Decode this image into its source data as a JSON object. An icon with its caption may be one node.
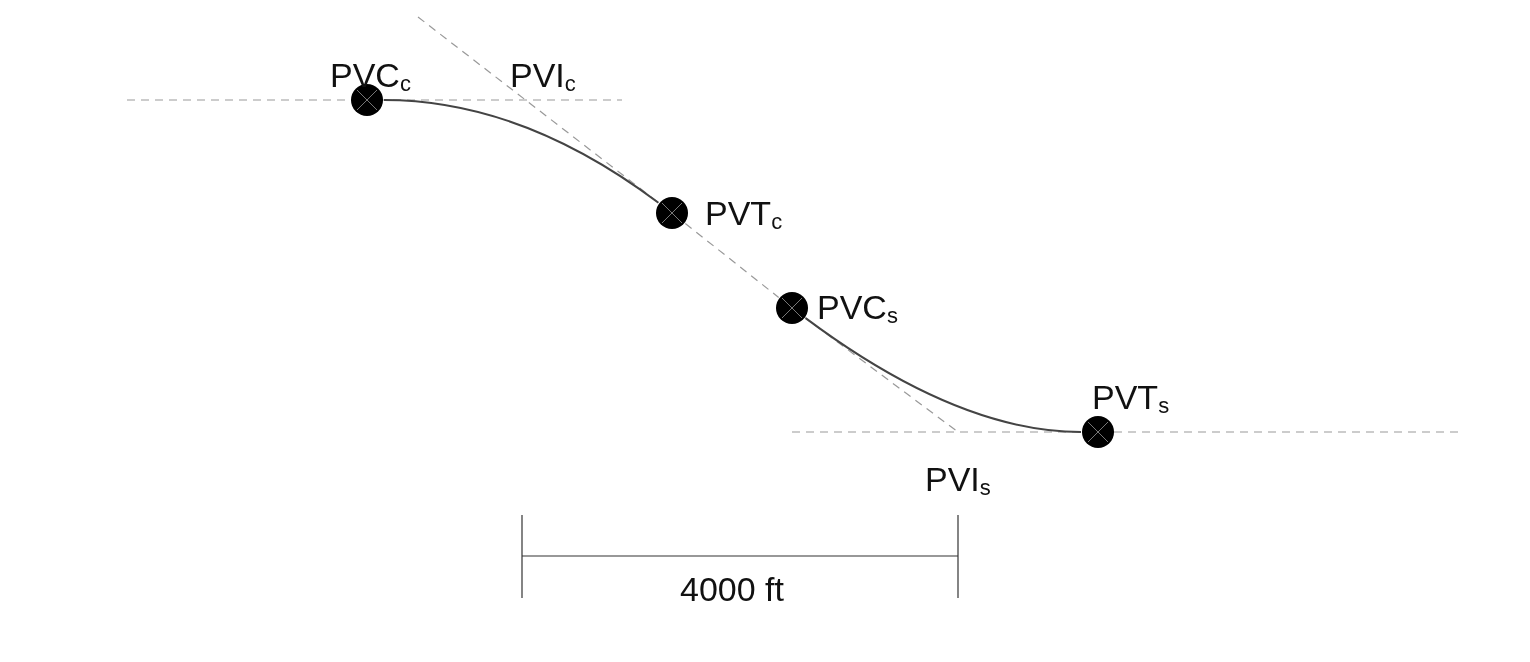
{
  "diagram": {
    "nodes": [
      {
        "text": [
          "PVC$_{c}$"
        ]
      },
      {
        "text": [
          "PVT$_{c}$"
        ]
      },
      {
        "text": [
          "PVC$_{s}$"
        ]
      },
      {
        "text": [
          "PVT$_{s}$"
        ]
      }
    ],
    "edges": [
      {
        "from": 0,
        "to": 1,
        "arrow": "none"
      },
      {
        "from": 1,
        "to": 2,
        "arrow": "none",
        "style": "dashed"
      },
      {
        "from": 2,
        "to": 3,
        "arrow": "none"
      }
    ],
    "labels": [
      "PVI$_{c}$",
      "PVI$_{s}$",
      "4000 ft"
    ]
  }
}
